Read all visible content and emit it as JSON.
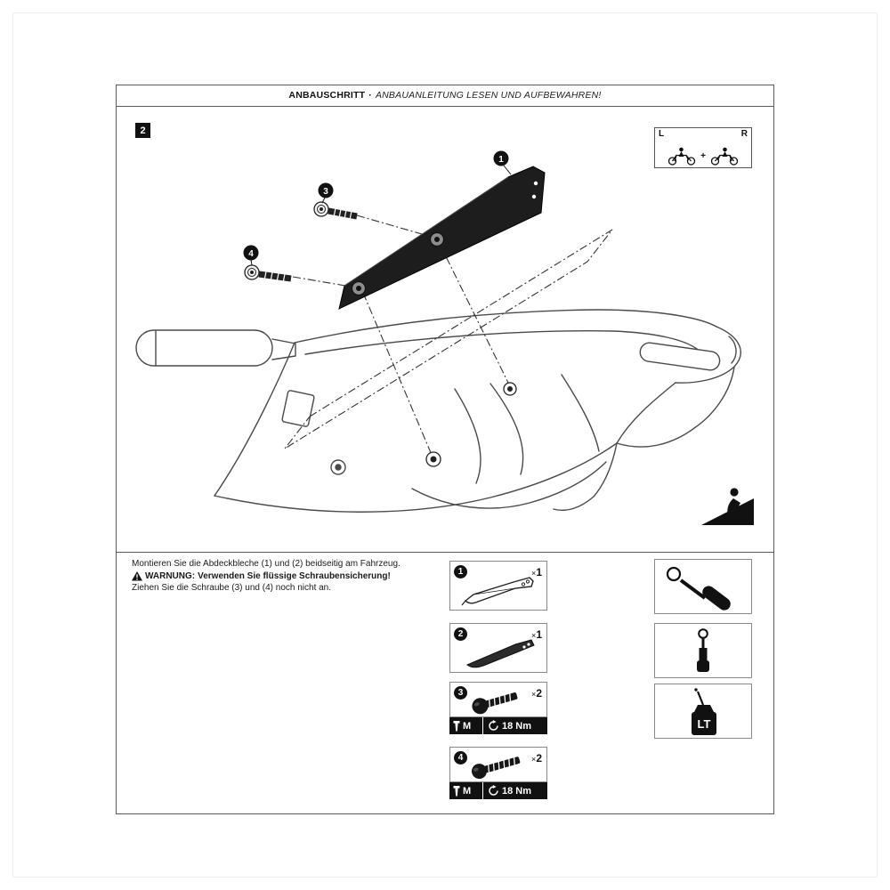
{
  "colors": {
    "ink": "#111111",
    "line_art": "#4a4a4a",
    "frame_border": "#5a5a5a",
    "box_border": "#8a8a8a"
  },
  "header": {
    "title_bold": "ANBAUSCHRITT",
    "separator": "·",
    "title_italic": "ANBAUANLEITUNG LESEN UND AUFBEWAHREN!"
  },
  "step": {
    "number": "2"
  },
  "orientation": {
    "left_label": "L",
    "right_label": "R",
    "plus": "+"
  },
  "callouts": {
    "plate": "1",
    "bolt_upper": "3",
    "bolt_lower": "4"
  },
  "instructions": {
    "line1": "Montieren Sie die Abdeckbleche (1) und (2) beidseitig am Fahrzeug.",
    "warning_prefix": "WARNUNG:",
    "warning_text": "Verwenden Sie flüssige Schraubensicherung!",
    "line3": "Ziehen Sie die Schraube (3) und (4) noch nicht an."
  },
  "parts": [
    {
      "number": "1",
      "qty_x": "×",
      "qty_n": "1"
    },
    {
      "number": "2",
      "qty_x": "×",
      "qty_n": "1"
    },
    {
      "number": "3",
      "qty_x": "×",
      "qty_n": "2",
      "spec": {
        "thread": "M",
        "torque": "18 Nm"
      }
    },
    {
      "number": "4",
      "qty_x": "×",
      "qty_n": "2",
      "spec": {
        "thread": "M",
        "torque": "18 Nm"
      }
    }
  ],
  "tools": [
    {
      "name": "torx-screwdriver"
    },
    {
      "name": "torque-wrench"
    },
    {
      "name": "threadlocker",
      "label": "LT"
    }
  ]
}
